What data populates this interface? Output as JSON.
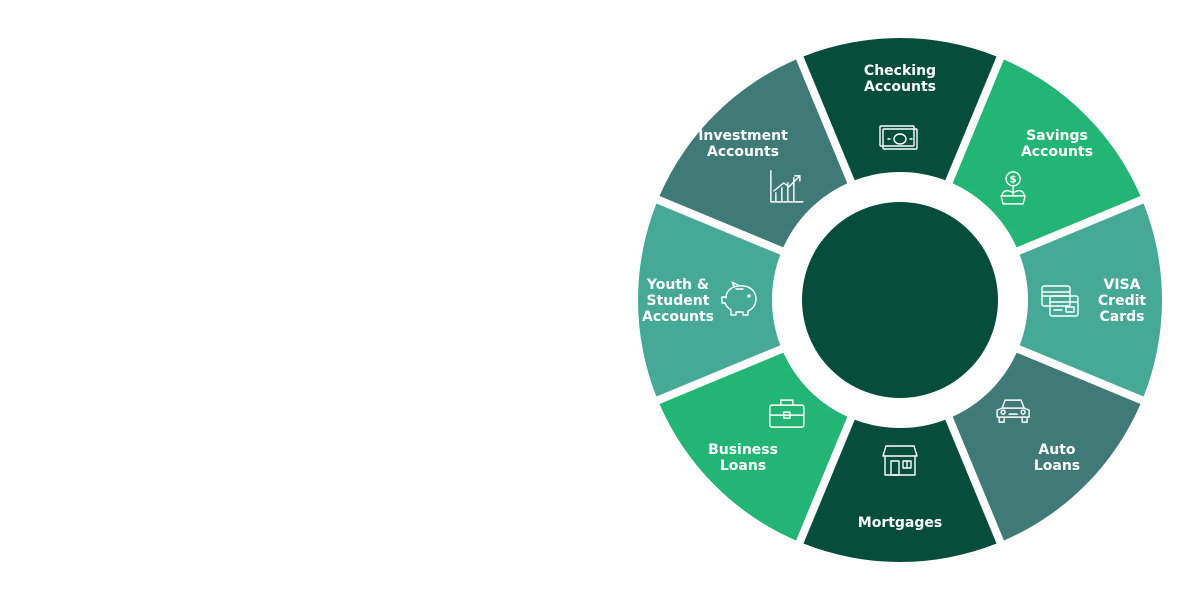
{
  "diagram": {
    "segments": [
      {
        "key": "checking",
        "lines": [
          "Checking",
          "Accounts"
        ],
        "icon": "cash-icon",
        "color": "#064e3b"
      },
      {
        "key": "savings",
        "lines": [
          "Savings",
          "Accounts"
        ],
        "icon": "money-plant-icon",
        "color": "#22b573"
      },
      {
        "key": "visa",
        "lines": [
          "VISA",
          "Credit",
          "Cards"
        ],
        "icon": "credit-card-icon",
        "color": "#45a996"
      },
      {
        "key": "auto",
        "lines": [
          "Auto",
          "Loans"
        ],
        "icon": "car-icon",
        "color": "#407a76"
      },
      {
        "key": "mortgages",
        "lines": [
          "Mortgages"
        ],
        "icon": "house-icon",
        "color": "#064e3b"
      },
      {
        "key": "business",
        "lines": [
          "Business",
          "Loans"
        ],
        "icon": "briefcase-icon",
        "color": "#22b573"
      },
      {
        "key": "youth",
        "lines": [
          "Youth &",
          "Student",
          "Accounts"
        ],
        "icon": "piggy-bank-icon",
        "color": "#45a996"
      },
      {
        "key": "investment",
        "lines": [
          "Investment",
          "Accounts"
        ],
        "icon": "growth-chart-icon",
        "color": "#407a76"
      }
    ],
    "center_color": "#064e3b",
    "background_color": "#ffffff"
  }
}
